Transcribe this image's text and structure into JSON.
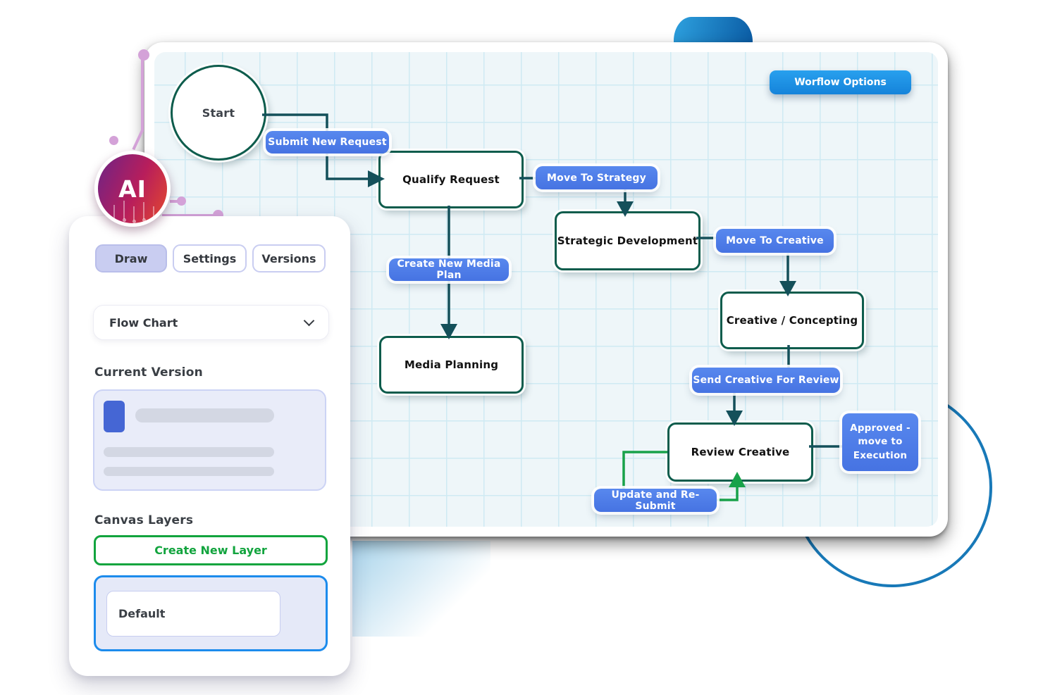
{
  "canvas": {
    "workflow_options_button": "Worflow Options",
    "nodes": {
      "start": "Start",
      "qualify_request": "Qualify Request",
      "strategic_development": "Strategic Development",
      "creative_concepting": "Creative / Concepting",
      "media_planning": "Media Planning",
      "review_creative": "Review Creative"
    },
    "transitions": {
      "submit_new_request": "Submit New Request",
      "move_to_strategy": "Move To Strategy",
      "move_to_creative": "Move To Creative",
      "create_new_media_plan": "Create New Media Plan",
      "send_creative_for_review": "Send Creative For Review",
      "approved_move_to_execution": "Approved - move to Execution",
      "update_and_resubmit": "Update and Re-Submit"
    }
  },
  "sidebar": {
    "ai_badge": "AI",
    "tabs": [
      {
        "label": "Draw",
        "active": true
      },
      {
        "label": "Settings",
        "active": false
      },
      {
        "label": "Versions",
        "active": false
      }
    ],
    "diagram_type": {
      "value": "Flow Chart"
    },
    "sections": {
      "current_version": "Current Version",
      "canvas_layers": "Canvas Layers"
    },
    "create_new_layer_button": "Create New Layer",
    "layers": [
      {
        "name": "Default",
        "selected": true
      }
    ]
  },
  "colors": {
    "node_border": "#0d5c4c",
    "connector": "#14505a",
    "loop_connector": "#18a24a",
    "action_pill": "#4a78e6",
    "workflow_button": "#1b93e8",
    "accent_green": "#12a43e",
    "layer_selected_border": "#1c8bec",
    "active_tab": "#c9cdf1"
  }
}
